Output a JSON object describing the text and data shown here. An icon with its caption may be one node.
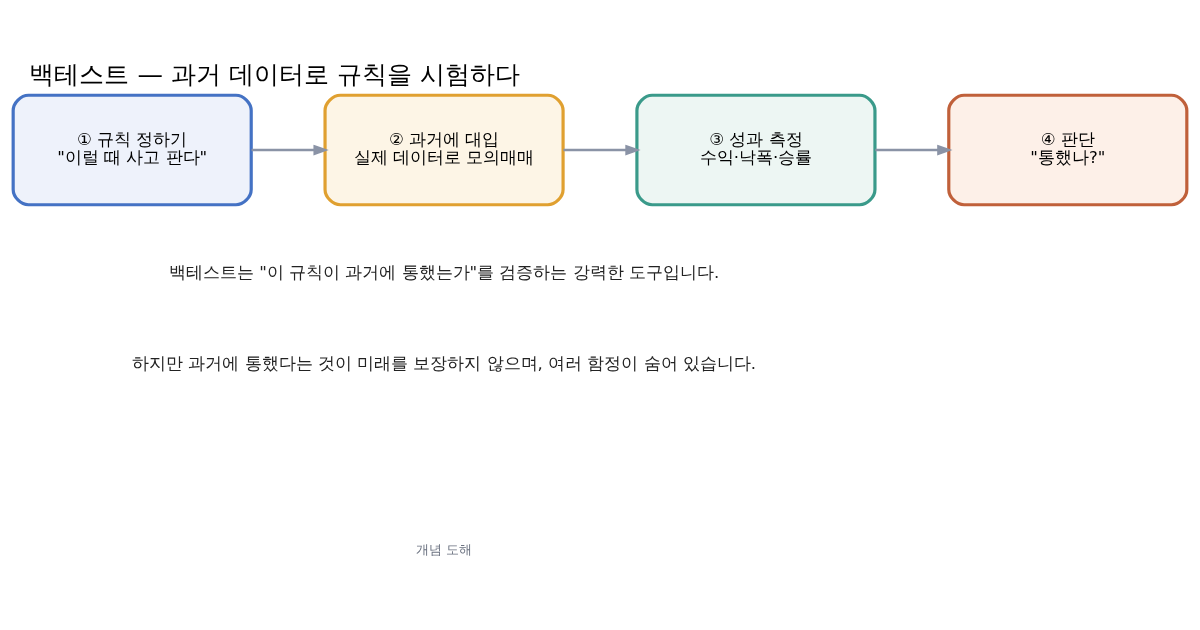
{
  "diagram": {
    "title": "백테스트 — 과거 데이터로 규칙을 시험하다",
    "nodes": [
      {
        "text": [
          "① 규칙 정하기",
          "\"이럴 때 사고 판다\""
        ]
      },
      {
        "text": [
          "② 과거에 대입",
          "실제 데이터로 모의매매"
        ]
      },
      {
        "text": [
          "③ 성과 측정",
          "수익·낙폭·승률"
        ]
      },
      {
        "text": [
          "④ 판단",
          "\"통했나?\""
        ]
      }
    ],
    "edges": [
      {
        "from": 0,
        "to": 1,
        "arrow": "to"
      },
      {
        "from": 1,
        "to": 2,
        "arrow": "to"
      },
      {
        "from": 2,
        "to": 3,
        "arrow": "to"
      }
    ],
    "labels": [
      "백테스트는 \"이 규칙이 과거에 통했는가\"를 검증하는 강력한 도구입니다.",
      "하지만 과거에 통했다는 것이 미래를 보장하지 않으며, 여러 함정이 숨어 있습니다.",
      "개념 도해"
    ]
  }
}
